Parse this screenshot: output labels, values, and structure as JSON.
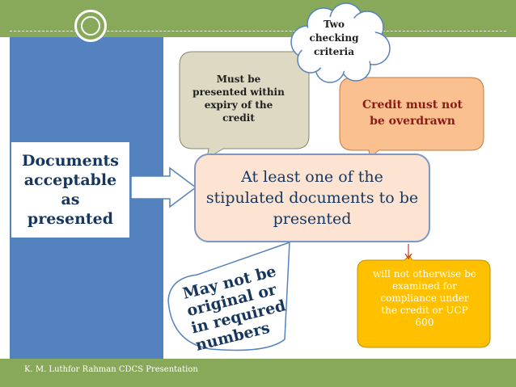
{
  "slide": {
    "footer": "K. M. Luthfor Rahman CDCS Presentation",
    "documents_box": [
      "Documents",
      "acceptable",
      "as",
      "presented"
    ],
    "center_box": "At least one of the stipulated documents to be presented",
    "must_callout": [
      "Must be",
      "presented within",
      "expiry of the",
      "credit"
    ],
    "credit_callout": [
      "Credit must not",
      "be overdrawn"
    ],
    "cloud": [
      "Two",
      "checking",
      "criteria"
    ],
    "will_callout": [
      "will not otherwise be",
      "examined for",
      "compliance under",
      "the credit or UCP",
      "600"
    ],
    "may_shape": [
      "May not be",
      "original or",
      "in required",
      "numbers"
    ]
  },
  "colors": {
    "green": "#88a85a",
    "blue": "#5482be",
    "navy": "#17365d",
    "peach": "#fde3d2",
    "tan": "#ddd9c3",
    "orange": "#fac08f",
    "gold": "#ffc000",
    "dark_red": "#8b1a1a"
  }
}
